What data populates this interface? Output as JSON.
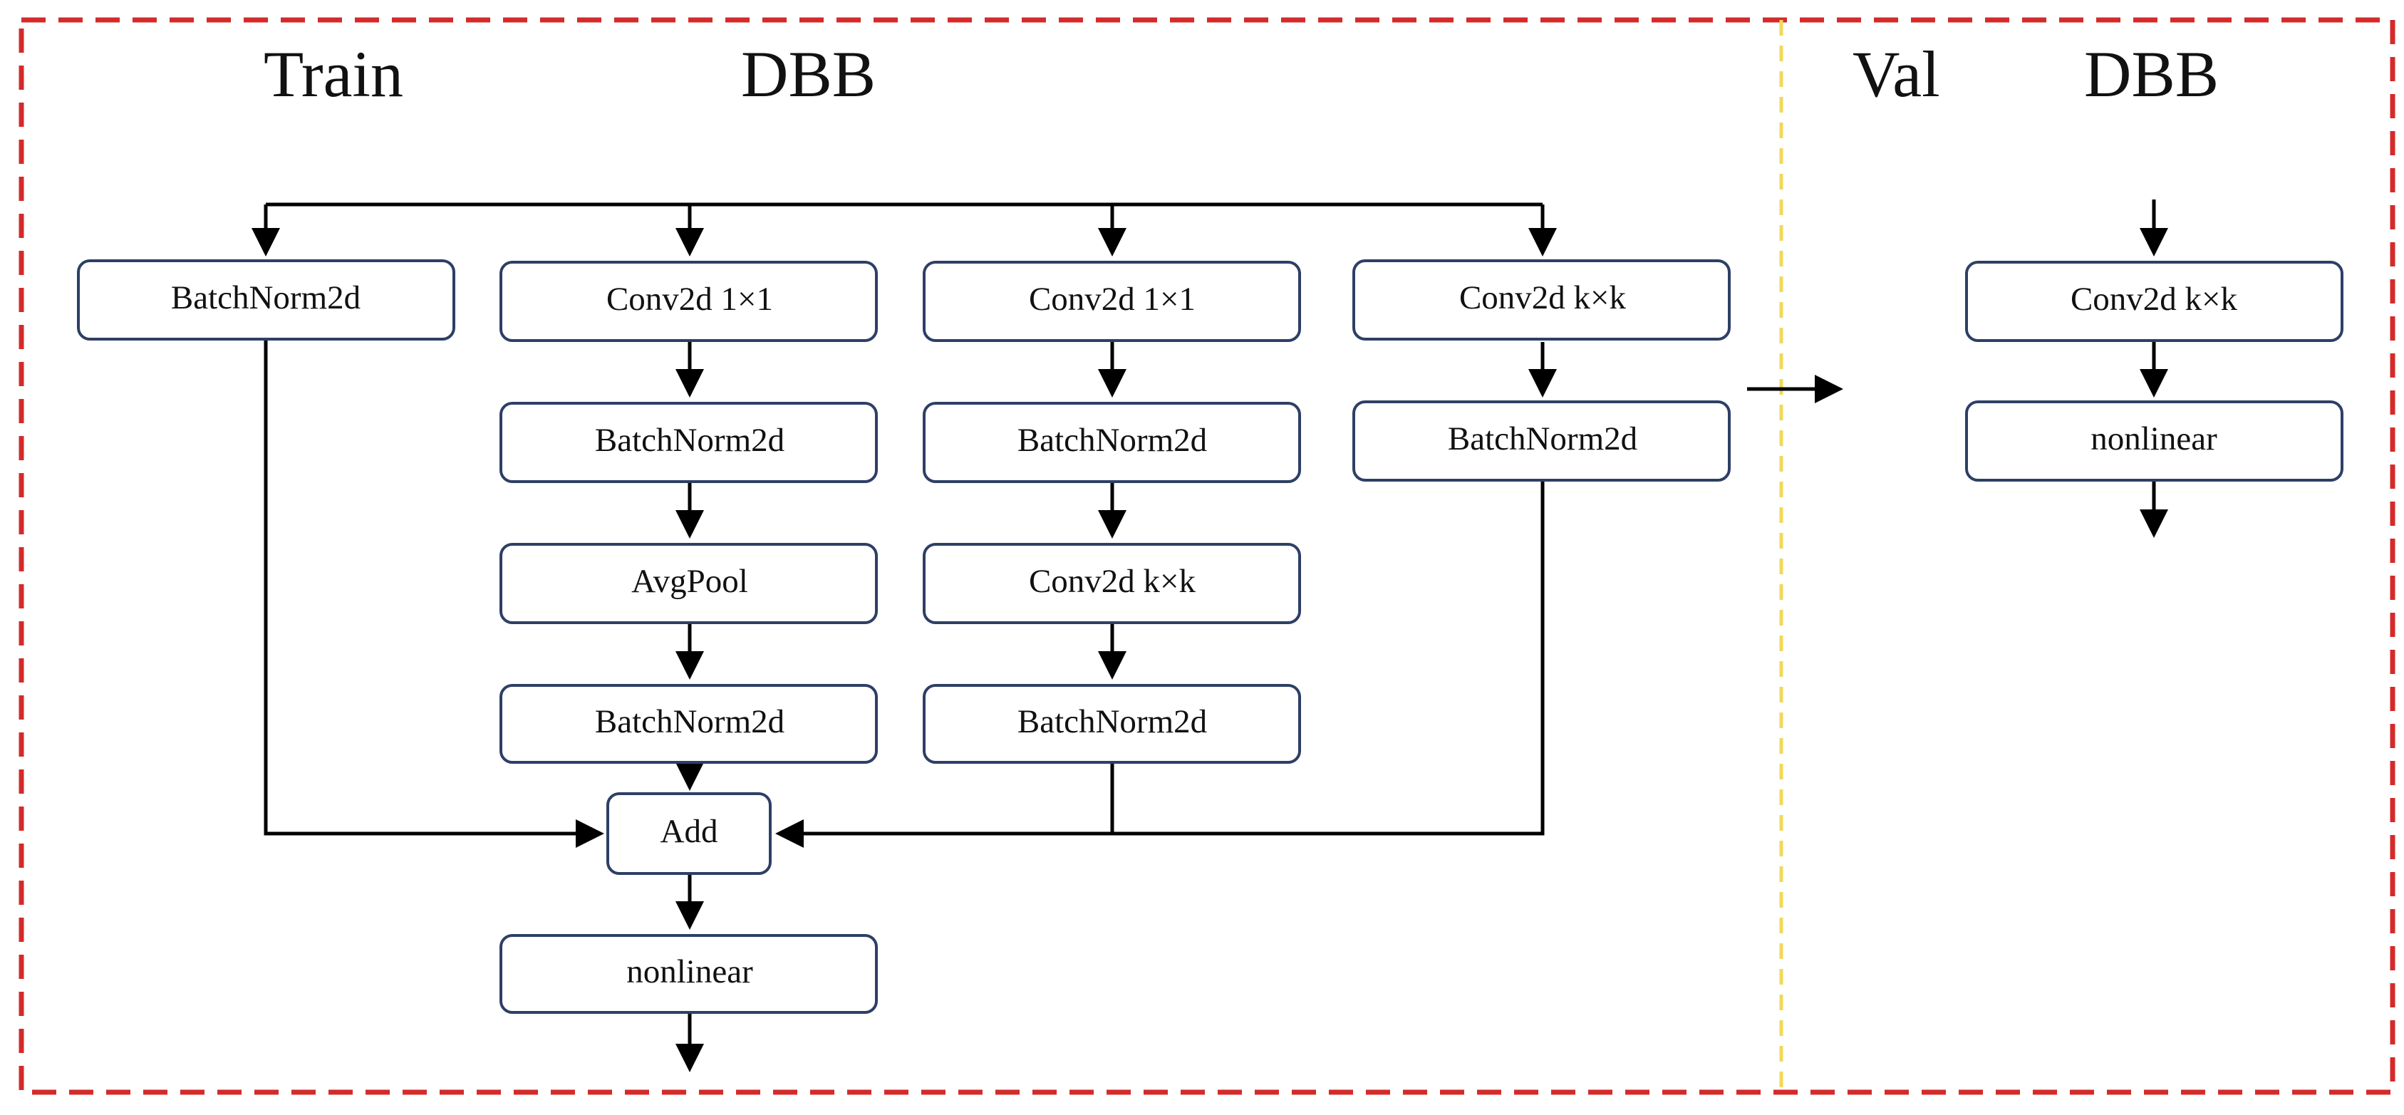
{
  "titles": {
    "train": "Train",
    "train_dbb": "DBB",
    "val": "Val",
    "val_dbb": "DBB"
  },
  "colors": {
    "outer_border": "#d42a2a",
    "divider": "#f2d85a",
    "box_border": "#2e3f66",
    "line": "#000000"
  },
  "train": {
    "branch1": {
      "bn": "BatchNorm2d"
    },
    "branch2": {
      "conv": "Conv2d 1×1",
      "bn1": "BatchNorm2d",
      "pool": "AvgPool",
      "bn2": "BatchNorm2d"
    },
    "branch3": {
      "conv1": "Conv2d 1×1",
      "bn1": "BatchNorm2d",
      "conv2": "Conv2d k×k",
      "bn2": "BatchNorm2d"
    },
    "branch4": {
      "conv": "Conv2d k×k",
      "bn": "BatchNorm2d"
    },
    "add": "Add",
    "nonlinear": "nonlinear"
  },
  "val": {
    "conv": "Conv2d k×k",
    "nonlinear": "nonlinear"
  }
}
